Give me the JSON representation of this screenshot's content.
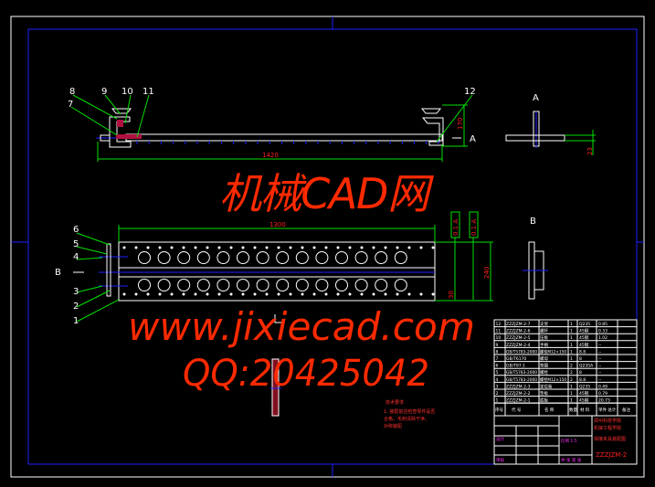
{
  "drawing": {
    "top_view": {
      "balloons": [
        "7",
        "8",
        "9",
        "10",
        "11",
        "12"
      ],
      "dim_length": "1420",
      "dim_height": "170",
      "section_mark": "A"
    },
    "front_view": {
      "balloons": [
        "1",
        "2",
        "3",
        "4",
        "5",
        "6"
      ],
      "dim_length": "1300",
      "dim_height": "240",
      "dim_small": "30",
      "section_mark": "B",
      "tolerance_1": "0.1 A",
      "tolerance_2": "0.1 A"
    },
    "view_a": {
      "title": "A",
      "dim": "23"
    },
    "view_b": {
      "title": "B"
    },
    "notes": {
      "title": "技术要求",
      "line1": "1. 装配前应检查零件是否",
      "line2": "合格，毛刺清除干净，",
      "line3": "对称装配"
    },
    "bom": {
      "rows": [
        {
          "no": "12",
          "code": "ZZZJZM-2-7",
          "name": "支架",
          "qty": "1",
          "mat": "Q235",
          "w": "0.85"
        },
        {
          "no": "11",
          "code": "ZZZJZM-2-6",
          "name": "螺杆",
          "qty": "1",
          "mat": "45钢",
          "w": "0.33"
        },
        {
          "no": "10",
          "code": "ZZZJZM-2-5",
          "name": "压板",
          "qty": "1",
          "mat": "45钢",
          "w": "1.02"
        },
        {
          "no": "9",
          "code": "ZZZJZM-2-4",
          "name": "手柄",
          "qty": "1",
          "mat": "45钢",
          "w": "--"
        },
        {
          "no": "8",
          "code": "GB/T5783-2000",
          "name": "螺栓M12×150",
          "qty": "1",
          "mat": "8.8",
          "w": "--"
        },
        {
          "no": "7",
          "code": "GB/T6170",
          "name": "螺母",
          "qty": "1",
          "mat": "8",
          "w": "--"
        },
        {
          "no": "6",
          "code": "GB/T97.1",
          "name": "垫圈",
          "qty": "2",
          "mat": "Q235A",
          "w": "--"
        },
        {
          "no": "5",
          "code": "GB/T5783-2000",
          "name": "螺栓",
          "qty": "2",
          "mat": "8",
          "w": "--"
        },
        {
          "no": "4",
          "code": "GB/T5783-2000",
          "name": "螺栓M12×150",
          "qty": "2",
          "mat": "8.8",
          "w": "--"
        },
        {
          "no": "3",
          "code": "ZZZJZM-2-3",
          "name": "定位板",
          "qty": "1",
          "mat": "Q235",
          "w": "0.49"
        },
        {
          "no": "2",
          "code": "ZZZJZM-2-2",
          "name": "垫板",
          "qty": "1",
          "mat": "45钢",
          "w": "0.79"
        },
        {
          "no": "1",
          "code": "ZZZJZM-2-1",
          "name": "底板",
          "qty": "1",
          "mat": "45钢",
          "w": "20.73"
        }
      ],
      "header": {
        "no": "序号",
        "code": "代 号",
        "name": "名 称",
        "qty": "数量",
        "mat": "材 料",
        "w": "单件 总计",
        "note": "备注"
      }
    },
    "title_block": {
      "company1": "郑州科技学院",
      "company2": "机械工程学院",
      "drawing_name": "焊接夹具装配图",
      "drawing_no": "ZZZJZM-2",
      "designer": "设计",
      "checker": "审核",
      "scale": "比例 1:5",
      "sheet": "共 张 第 张"
    },
    "watermark": {
      "brand": "机械CAD网",
      "url": "www.jixiecad.com",
      "qq": "QQ:20425042"
    }
  }
}
